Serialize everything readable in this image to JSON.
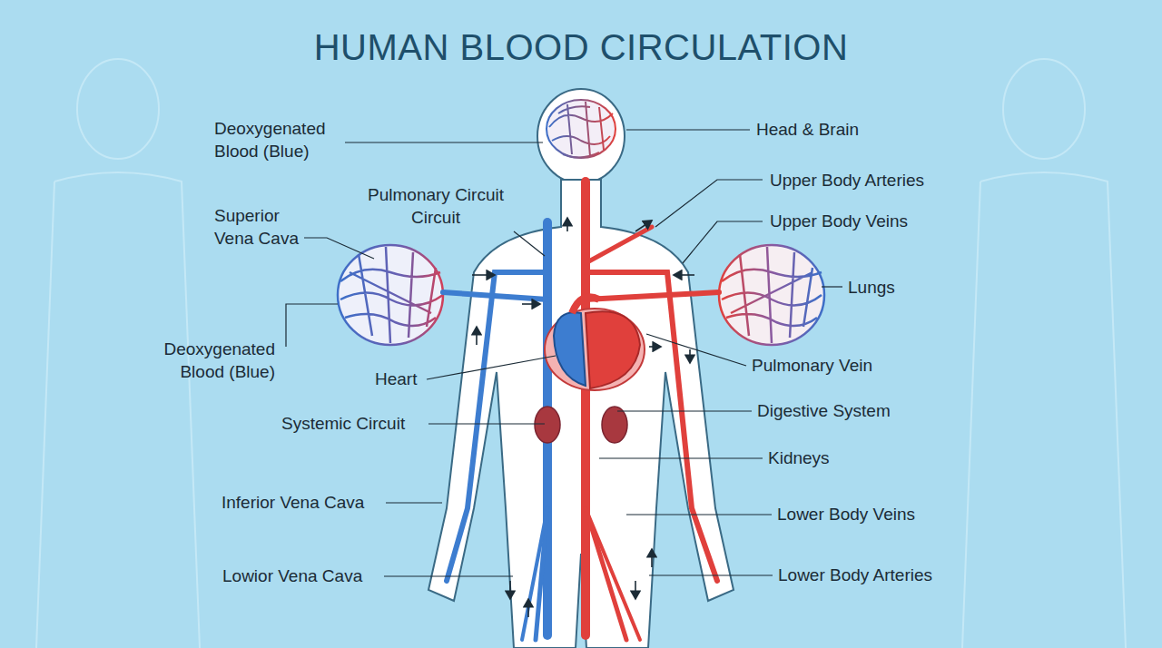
{
  "diagram": {
    "title": "HUMAN BLOOD CIRCULATION",
    "labels": [
      "Deoxygenated Blood (Blue)",
      "Head & Brain",
      "Upper Body Arteries",
      "Pulmonary Circuit Circuit",
      "Superior Vena Cava",
      "Upper Body Veins",
      "Lungs",
      "Deoxygenated Blood (Blue)",
      "Heart",
      "Pulmonary Vein",
      "Systemic Circuit",
      "Digestive System",
      "Kidneys",
      "Inferior Vena Cava",
      "Lower Body Veins",
      "Lowior Vena Cava",
      "Lower Body Arteries"
    ]
  }
}
